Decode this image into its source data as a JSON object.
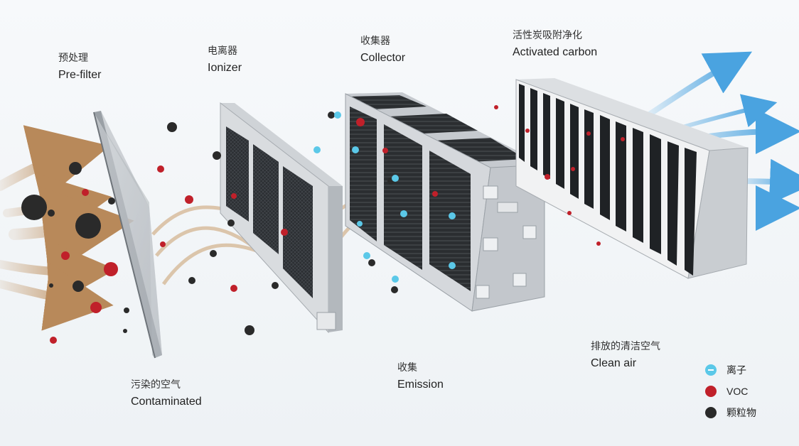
{
  "stages": [
    {
      "zh": "预处理",
      "en": "Pre-filter"
    },
    {
      "zh": "电离器",
      "en": "Ionizer"
    },
    {
      "zh": "收集器",
      "en": "Collector"
    },
    {
      "zh": "活性炭吸附净化",
      "en": "Activated carbon"
    }
  ],
  "flow_labels": [
    {
      "zh": "污染的空气",
      "en": "Contaminated"
    },
    {
      "zh": "收集",
      "en": "Emission"
    },
    {
      "zh": "排放的清洁空气",
      "en": "Clean air"
    }
  ],
  "legend": [
    {
      "label": "离子",
      "color": "#5bc8e8"
    },
    {
      "label": "VOC",
      "color": "#c0202a"
    },
    {
      "label": "颗粒物",
      "color": "#2a2a2a"
    }
  ],
  "colors": {
    "ion": "#5bc8e8",
    "voc": "#c0202a",
    "particle": "#2a2a2a",
    "dirty_air": "#c8a27a",
    "clean_air": "#4aa3e0"
  }
}
